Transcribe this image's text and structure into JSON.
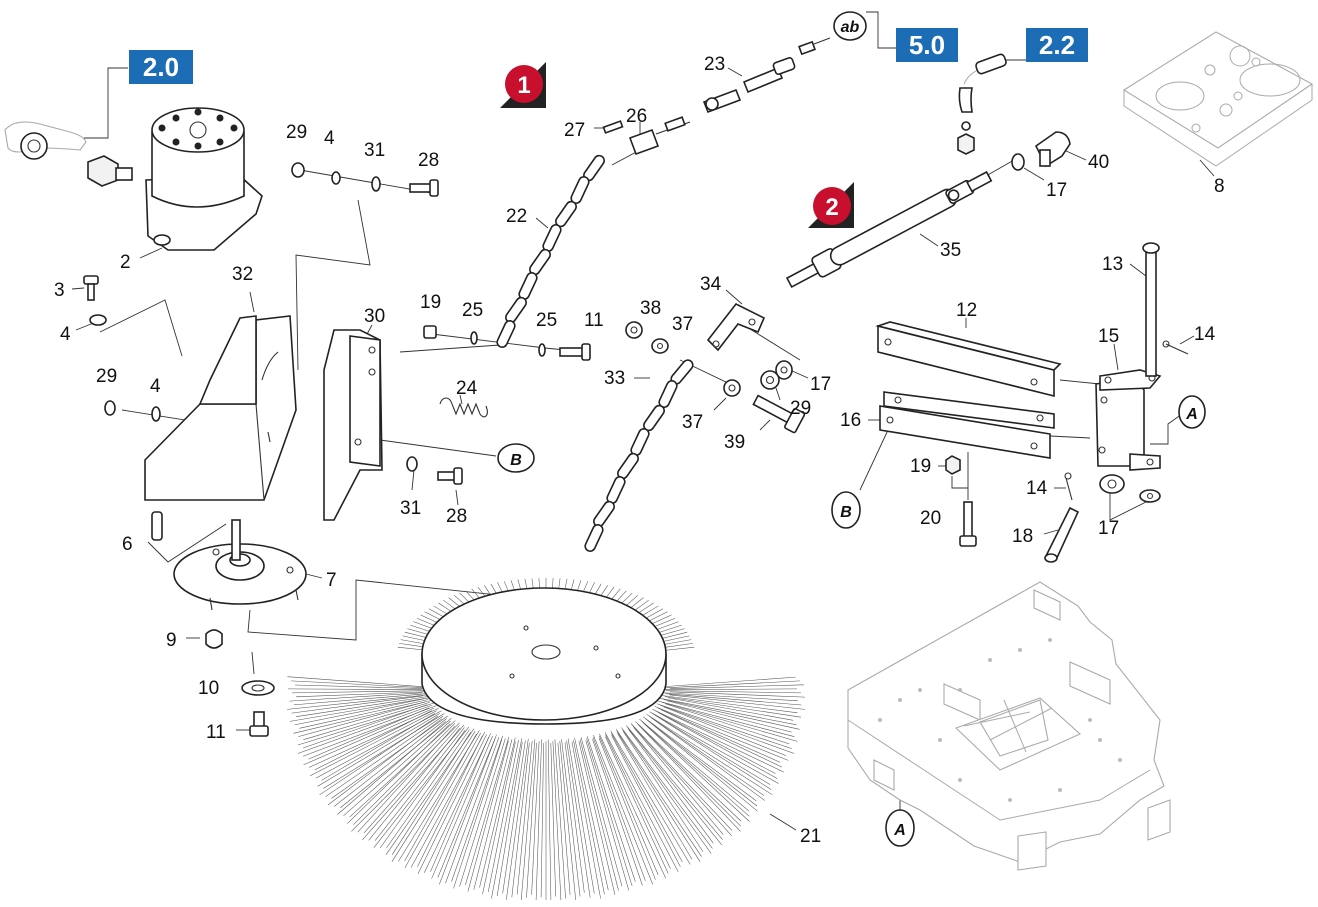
{
  "section_refs": [
    {
      "id": "ref-2-0",
      "text": "2.0"
    },
    {
      "id": "ref-5-0",
      "text": "5.0"
    },
    {
      "id": "ref-2-2",
      "text": "2.2"
    }
  ],
  "markers": [
    {
      "id": "marker-1",
      "text": "1"
    },
    {
      "id": "marker-2",
      "text": "2"
    }
  ],
  "callouts": {
    "ab": "ab",
    "A": "A",
    "B": "B"
  },
  "part_numbers": [
    "2",
    "3",
    "4",
    "4",
    "29",
    "6",
    "7",
    "9",
    "10",
    "11",
    "32",
    "29",
    "4",
    "31",
    "28",
    "30",
    "24",
    "31",
    "28",
    "19",
    "25",
    "25",
    "11",
    "22",
    "27",
    "26",
    "23",
    "38",
    "37",
    "33",
    "37",
    "34",
    "17",
    "29",
    "39",
    "35",
    "40",
    "17",
    "8",
    "12",
    "13",
    "14",
    "15",
    "16",
    "19",
    "20",
    "14",
    "17",
    "18",
    "21"
  ],
  "colors": {
    "section_blue": "#1d6db6",
    "marker_red": "#c8102e"
  }
}
